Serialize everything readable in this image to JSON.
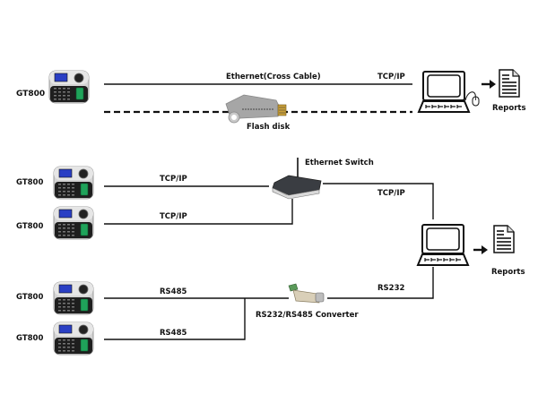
{
  "diagram": {
    "device_name": "GT800",
    "section1": {
      "device_label": "GT800",
      "link_top_label": "Ethernet(Cross Cable)",
      "link_top_protocol": "TCP/IP",
      "flash_label": "Flash disk",
      "output_label": "Reports"
    },
    "section2": {
      "switch_label": "Ethernet Switch",
      "devices": [
        {
          "label": "GT800",
          "link": "TCP/IP"
        },
        {
          "label": "GT800",
          "link": "TCP/IP"
        }
      ],
      "uplink_label": "TCP/IP",
      "output_label": "Reports"
    },
    "section3": {
      "devices": [
        {
          "label": "GT800",
          "link": "RS485"
        },
        {
          "label": "GT800",
          "link": "RS485"
        }
      ],
      "converter_label": "RS232/RS485 Converter",
      "uplink_label": "RS232"
    },
    "colors": {
      "line": "#111111",
      "device_body": "#c8c8c8",
      "device_keypad": "#1e1e1e",
      "screen": "#2a3fc4",
      "sensor": "#1fa35a",
      "switch_body": "#3a3d42",
      "flash_body": "#a6a6a6"
    }
  }
}
